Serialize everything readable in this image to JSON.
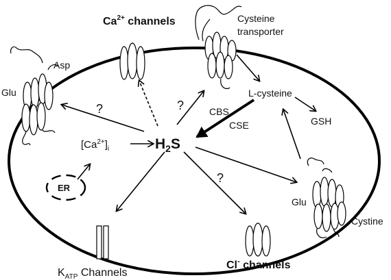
{
  "labels": {
    "ca_channels_main": "Ca",
    "ca_channels_sup": "2+",
    "ca_channels_rest": " channels",
    "cysteine_transporter_line1": "Cysteine",
    "cysteine_transporter_line2": "transporter",
    "asp": "Asp",
    "glu_left": "Glu",
    "l_cysteine": "L-cysteine",
    "cbs": "CBS",
    "cse": "CSE",
    "gsh": "GSH",
    "ca_i_open": "[Ca",
    "ca_i_sup": "2+",
    "ca_i_close": "]",
    "ca_i_sub": "i",
    "h2s_main": "H",
    "h2s_sub": "2",
    "h2s_end": "S",
    "er": "ER",
    "glu_right": "Glu",
    "cystine": "Cystine",
    "katp_k": "K",
    "katp_sub": "ATP",
    "katp_rest": " Channels",
    "cl_main": "Cl",
    "cl_sup": "-",
    "cl_rest": " channels",
    "q1": "?",
    "q2": "?",
    "q3": "?"
  }
}
